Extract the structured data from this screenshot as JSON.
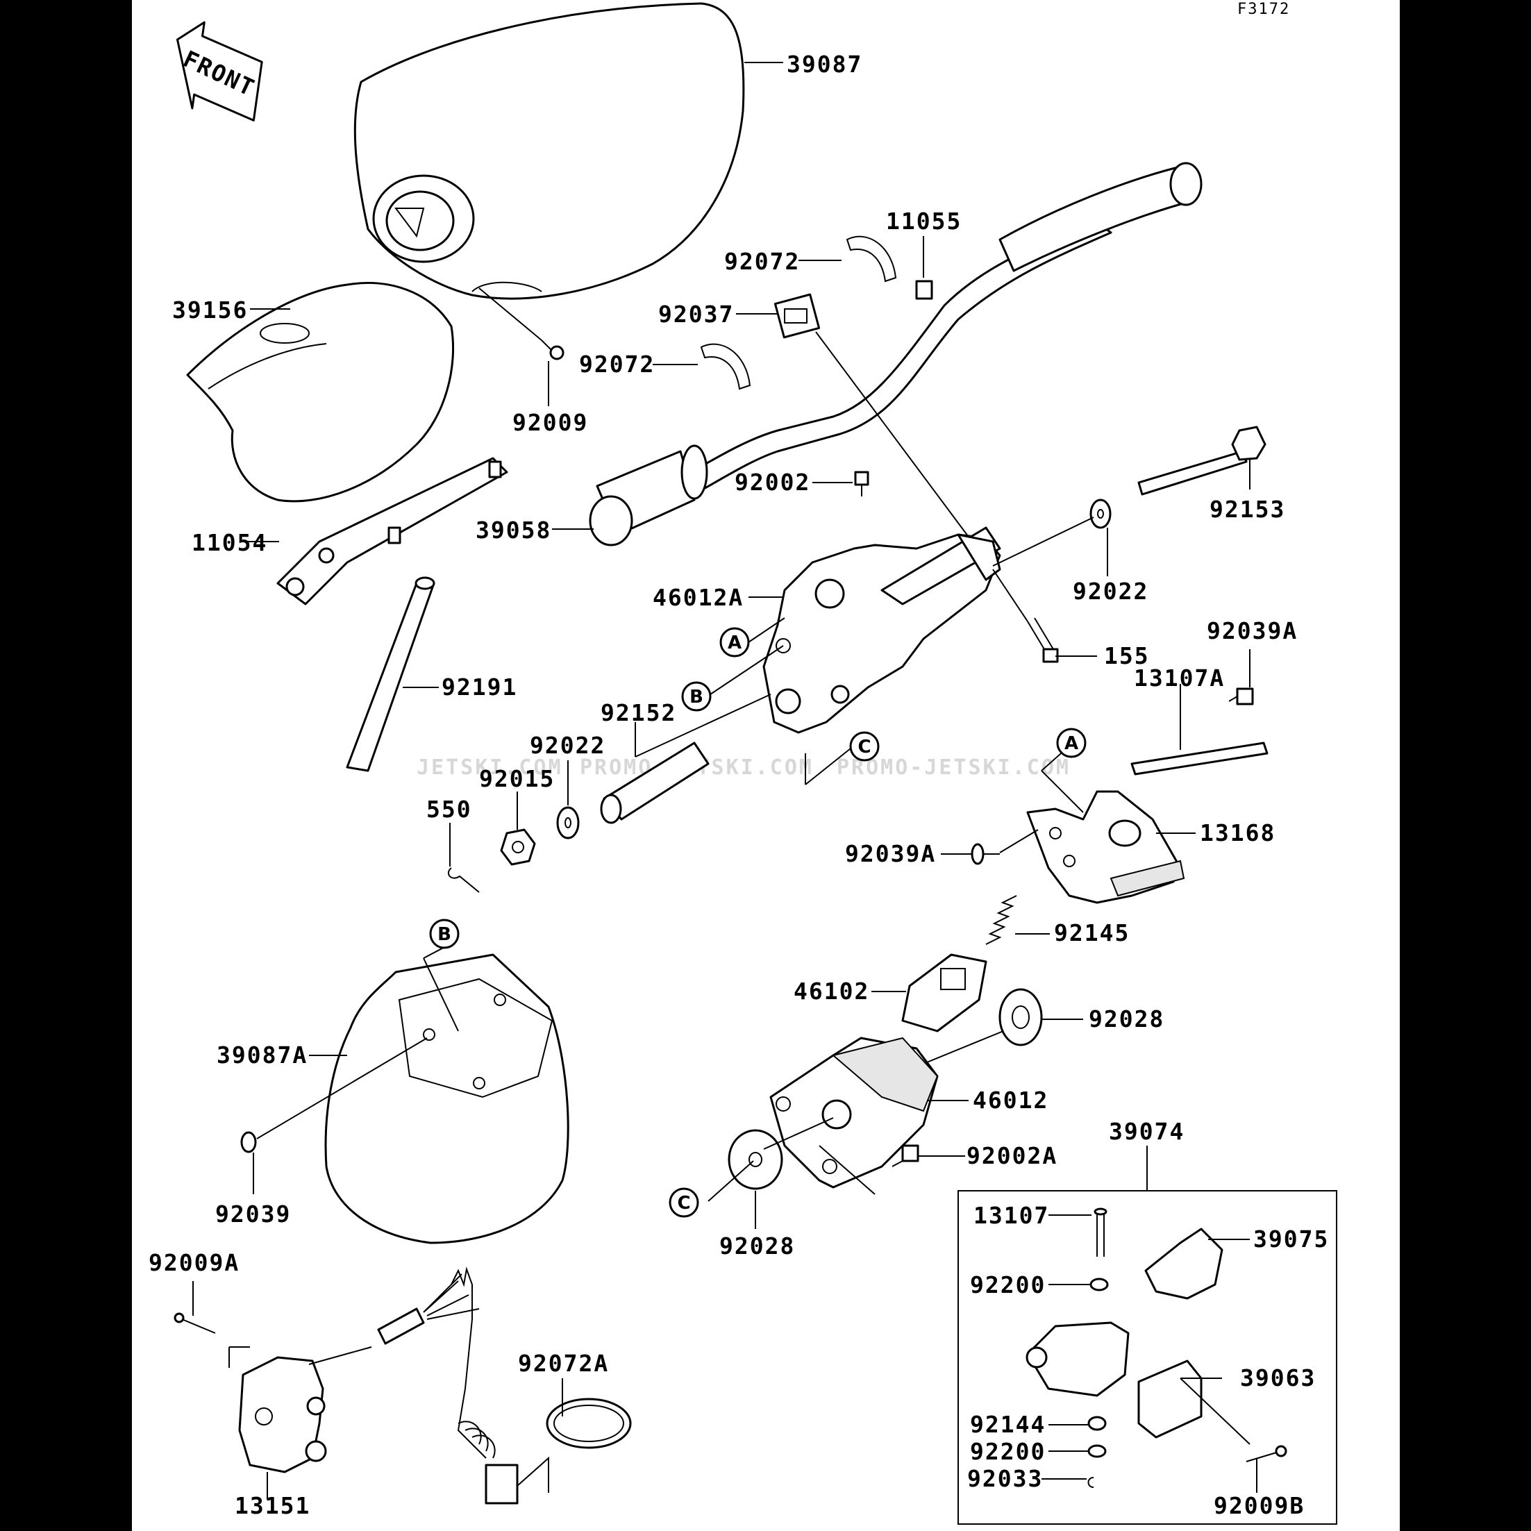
{
  "figure_id": "F3172",
  "front_arrow_label": "FRONT",
  "watermark": [
    "JETSKI.COM",
    "PROMO-JETSKI.COM",
    "PROMO-JETSKI.COM"
  ],
  "callouts": {
    "a": "A",
    "b": "B",
    "c": "C"
  },
  "kit_group_label": "39074",
  "part_labels": {
    "p39087": "39087",
    "p11055": "11055",
    "p92072_top": "92072",
    "p92037": "92037",
    "p39156": "39156",
    "p92072_mid": "92072",
    "p92009": "92009",
    "p92002": "92002",
    "p92153": "92153",
    "p39058": "39058",
    "p11054": "11054",
    "p46012A": "46012A",
    "p92022_right": "92022",
    "p155": "155",
    "p92039A_top": "92039A",
    "p13107A": "13107A",
    "p92191": "92191",
    "p92152": "92152",
    "p92022_left": "92022",
    "p92015": "92015",
    "p550": "550",
    "p13168": "13168",
    "p92039A_mid": "92039A",
    "p92145": "92145",
    "p46102": "46102",
    "p92028_right": "92028",
    "p39087A": "39087A",
    "p46012": "46012",
    "p92002A": "92002A",
    "p92039": "92039",
    "p92028_bottom": "92028",
    "p13107": "13107",
    "p39075": "39075",
    "p92200_top": "92200",
    "p92009A": "92009A",
    "p92072A": "92072A",
    "p39063": "39063",
    "p92144": "92144",
    "p92200_bottom": "92200",
    "p92033": "92033",
    "p13151": "13151",
    "p92009B": "92009B"
  }
}
